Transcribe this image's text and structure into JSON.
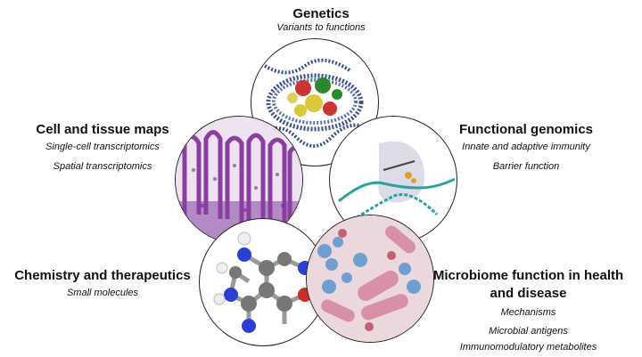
{
  "genetics": {
    "title": "Genetics",
    "subtitle": "Variants to functions"
  },
  "cell_tissue": {
    "title": "Cell and tissue maps",
    "items": [
      "Single-cell transcriptomics",
      "Spatial transcriptomics"
    ]
  },
  "functional_genomics": {
    "title": "Functional genomics",
    "items": [
      "Innate and adaptive immunity",
      "Barrier function"
    ]
  },
  "chemistry": {
    "title": "Chemistry and therapeutics",
    "items": [
      "Small molecules"
    ]
  },
  "microbiome": {
    "title_line1": "Microbiome function in health",
    "title_line2": "and disease",
    "items": [
      "Mechanisms",
      "Microbial antigens",
      "Immunomodulatory metabolites"
    ]
  },
  "colors": {
    "dna": "#3b4e8f",
    "tissue": "#8a3fa0",
    "protein": "#2aa3a0",
    "atom_nitrogen": "#2b3fd6",
    "atom_oxygen": "#d02a2a",
    "microbe_blue": "#6f9fd0",
    "microbe_pink": "#d88fa8"
  }
}
